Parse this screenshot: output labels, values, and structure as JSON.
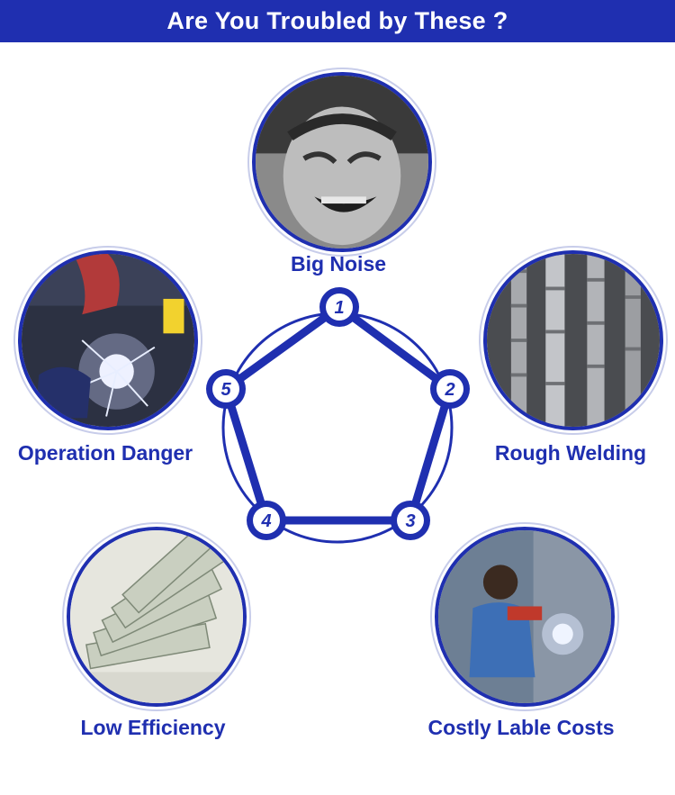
{
  "header": {
    "title": "Are You Troubled by These ?"
  },
  "colors": {
    "brand": "#1f2fb0",
    "background": "#ffffff"
  },
  "problems": [
    {
      "label": "Big Noise"
    },
    {
      "label": "Rough Welding"
    },
    {
      "label": "Costly Lable Costs"
    },
    {
      "label": "Low Efficiency"
    },
    {
      "label": "Operation Danger"
    }
  ],
  "pentagon": {
    "nodes": [
      {
        "number": "1"
      },
      {
        "number": "2"
      },
      {
        "number": "3"
      },
      {
        "number": "4"
      },
      {
        "number": "5"
      }
    ]
  }
}
